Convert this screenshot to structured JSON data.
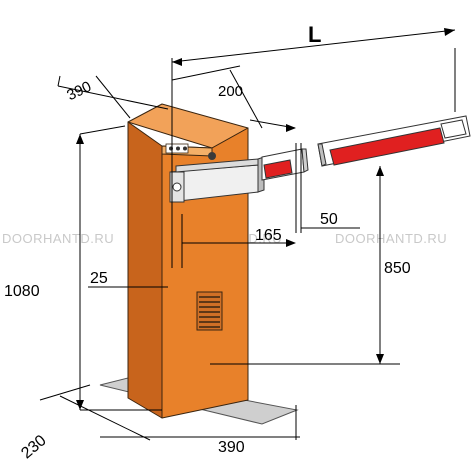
{
  "diagram": {
    "dimensions": {
      "beam_length": "L",
      "cabinet_depth_top": "390",
      "beam_offset": "200",
      "cabinet_height": "1080",
      "axis_offset": "25",
      "pivot_to_beam": "165",
      "beam_gap": "50",
      "beam_height": "850",
      "base_depth": "230",
      "base_width": "390"
    },
    "watermark": [
      "DOORHANTD.RU",
      "DOORHANTD.RU",
      "DOORHANTD.RU"
    ],
    "colors": {
      "cabinet_front": "#e8812a",
      "cabinet_side": "#c8641c",
      "cabinet_top": "#f2a259",
      "beam_red": "#e02020",
      "beam_white": "#ffffff",
      "base_plate": "#cfcfcf",
      "dimension_lines": "#000000"
    },
    "icons": [
      "vent-grille-icon",
      "lock-icon"
    ]
  }
}
